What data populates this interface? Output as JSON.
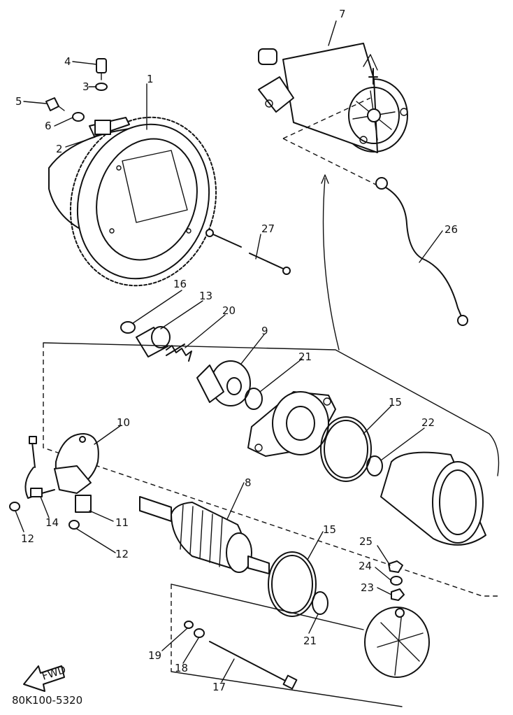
{
  "diagram_code": "80K100-5320",
  "fwd_arrow_label": "FWD",
  "callouts": {
    "c1": "1",
    "c2": "2",
    "c3": "3",
    "c4": "4",
    "c5": "5",
    "c6": "6",
    "c7": "7",
    "c8": "8",
    "c9": "9",
    "c10": "10",
    "c11": "11",
    "c12a": "12",
    "c12b": "12",
    "c13": "13",
    "c14": "14",
    "c15a": "15",
    "c15b": "15",
    "c16": "16",
    "c17": "17",
    "c18": "18",
    "c19": "19",
    "c20": "20",
    "c21a": "21",
    "c21b": "21",
    "c22": "22",
    "c23": "23",
    "c24": "24",
    "c25": "25",
    "c26": "26",
    "c27": "27"
  }
}
